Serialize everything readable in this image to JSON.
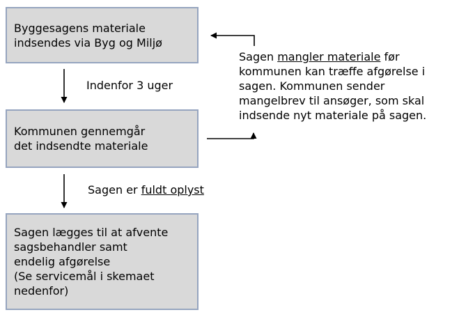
{
  "colors": {
    "background": "#ffffff",
    "box_fill": "#d9d9d9",
    "box_border": "#95a4bf",
    "text": "#000000",
    "arrow": "#000000"
  },
  "boxes": {
    "box1": {
      "lines": [
        "Byggesagens materiale",
        "indsendes via Byg og Miljø"
      ]
    },
    "box2": {
      "lines": [
        "Kommunen gennemgår",
        "det indsendte materiale"
      ]
    },
    "box3": {
      "lines": [
        "Sagen lægges til at afvente",
        "sagsbehandler samt",
        "endelig afgørelse",
        "(Se servicemål i skemaet",
        "nedenfor)"
      ]
    }
  },
  "arrow_labels": {
    "between_box1_box2": [
      {
        "text": "Indenfor 3 uger"
      }
    ],
    "between_box2_box3": [
      {
        "text": "Sagen er "
      },
      {
        "text": "fuldt oplyst",
        "underline": true
      }
    ]
  },
  "note": {
    "lines": [
      [
        {
          "text": "Sagen "
        },
        {
          "text": "mangler materiale",
          "underline": true
        },
        {
          "text": " før"
        }
      ],
      [
        {
          "text": "kommunen kan træffe afgørelse i"
        }
      ],
      [
        {
          "text": "sagen. Kommunen sender"
        }
      ],
      [
        {
          "text": "mangelbrev til ansøger, som skal"
        }
      ],
      [
        {
          "text": "indsende nyt materiale på sagen."
        }
      ]
    ]
  }
}
